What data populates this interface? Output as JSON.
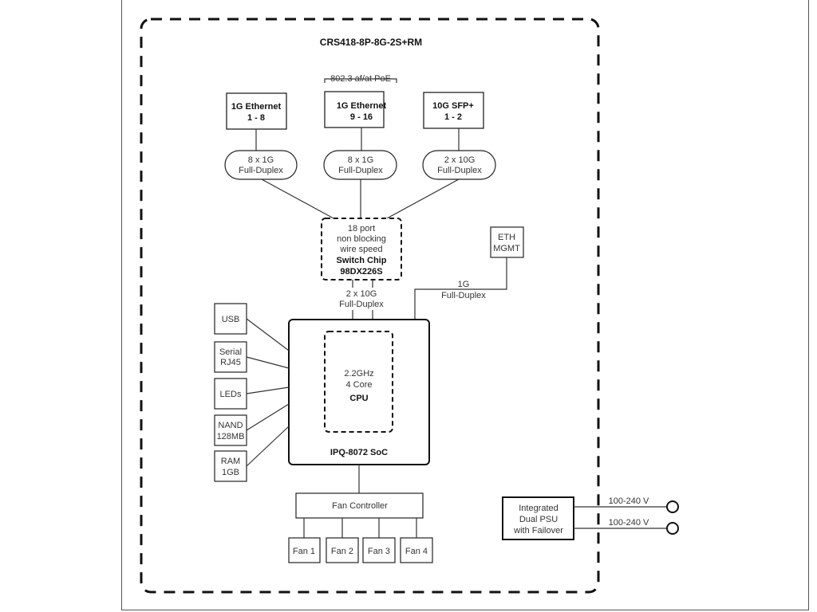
{
  "diagram": {
    "title": "CRS418-8P-8G-2S+RM",
    "poe_label": "802.3 af/at PoE",
    "ports": [
      {
        "line1": "1G Ethernet",
        "line2": "1 - 8",
        "link1": "8 x 1G",
        "link2": "Full-Duplex"
      },
      {
        "line1": "1G Ethernet",
        "line2": "9 - 16",
        "link1": "8 x 1G",
        "link2": "Full-Duplex"
      },
      {
        "line1": "10G SFP+",
        "line2": "1 - 2",
        "link1": "2 x 10G",
        "link2": "Full-Duplex"
      }
    ],
    "switch_chip": {
      "line1": "18 port",
      "line2": "non blocking",
      "line3": "wire speed",
      "name": "Switch Chip",
      "model": "98DX226S"
    },
    "switch_to_soc": {
      "line1": "2 x 10G",
      "line2": "Full-Duplex"
    },
    "eth_mgmt": {
      "line1": "ETH",
      "line2": "MGMT",
      "link1": "1G",
      "link2": "Full-Duplex"
    },
    "soc": {
      "name": "IPQ-8072 SoC",
      "cpu_freq": "2.2GHz",
      "cpu_cores": "4 Core",
      "cpu_label": "CPU"
    },
    "peripherals": [
      {
        "line1": "USB",
        "line2": ""
      },
      {
        "line1": "Serial",
        "line2": "RJ45"
      },
      {
        "line1": "LEDs",
        "line2": ""
      },
      {
        "line1": "NAND",
        "line2": "128MB"
      },
      {
        "line1": "RAM",
        "line2": "1GB"
      }
    ],
    "fan_controller": "Fan Controller",
    "fans": [
      "Fan 1",
      "Fan 2",
      "Fan 3",
      "Fan 4"
    ],
    "psu": {
      "line1": "Integrated",
      "line2": "Dual PSU",
      "line3": "with Failover",
      "input1": "100-240 V",
      "input2": "100-240 V"
    }
  }
}
